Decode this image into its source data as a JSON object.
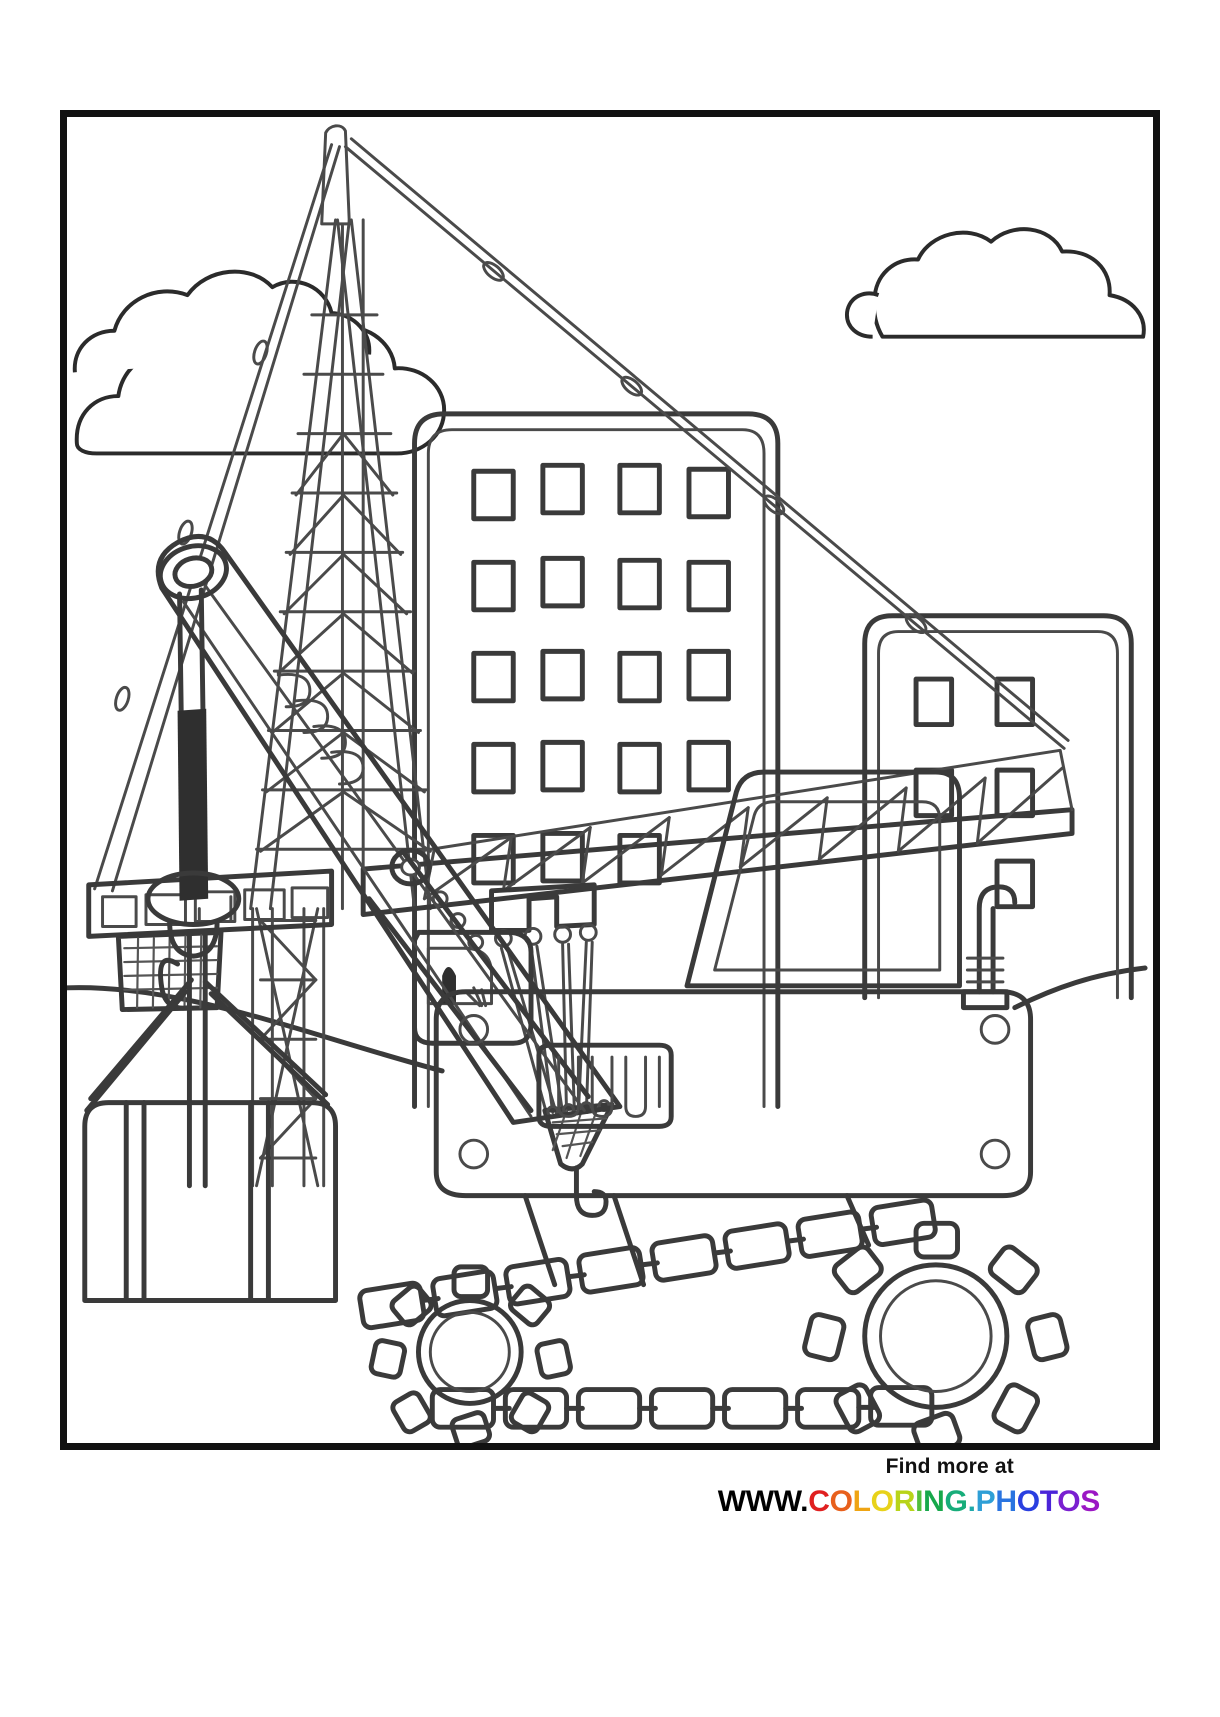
{
  "page": {
    "type": "printable-coloring-page",
    "subject": "Construction site with tower crane and crawler crane",
    "background_color": "#ffffff",
    "ink_color": "#3a3a3a",
    "border_color": "#111111"
  },
  "artwork": {
    "title": "Construction machines coloring page",
    "elements": [
      {
        "name": "cloud-left",
        "label": "Cloud"
      },
      {
        "name": "cloud-right",
        "label": "Cloud"
      },
      {
        "name": "tower-crane",
        "label": "Tower crane"
      },
      {
        "name": "crane-mast",
        "label": "Lattice mast"
      },
      {
        "name": "crane-jib",
        "label": "Truss jib"
      },
      {
        "name": "crane-counter-jib",
        "label": "Counter jib"
      },
      {
        "name": "crane-operator-cabin",
        "label": "Operator cabin"
      },
      {
        "name": "crane-trolley",
        "label": "Trolley"
      },
      {
        "name": "crane-hook-block",
        "label": "Hook block"
      },
      {
        "name": "building-center",
        "label": "Building"
      },
      {
        "name": "building-right",
        "label": "Building"
      },
      {
        "name": "crawler-crane",
        "label": "Crawler crane"
      },
      {
        "name": "crawler-boom",
        "label": "Lattice boom"
      },
      {
        "name": "crawler-cabin",
        "label": "Cabin"
      },
      {
        "name": "crawler-body",
        "label": "Machine body"
      },
      {
        "name": "crawler-vents",
        "label": "Engine vents"
      },
      {
        "name": "crawler-exhaust",
        "label": "Exhaust pipe"
      },
      {
        "name": "crawler-track",
        "label": "Track"
      },
      {
        "name": "sprocket-front",
        "label": "Front sprocket"
      },
      {
        "name": "sprocket-rear",
        "label": "Rear sprocket"
      },
      {
        "name": "suspended-container",
        "label": "Suspended container load"
      },
      {
        "name": "ground-line",
        "label": "Ground line"
      }
    ],
    "counts": {
      "clouds": 2,
      "buildings": 2,
      "cranes": 2,
      "jib_pendant_rope_nodes": 6,
      "trolley_rope_count": 4,
      "engine_vent_slots": 4,
      "boom_pin_holes": 3
    }
  },
  "footer": {
    "find_more_label": "Find more at",
    "url_segments": [
      {
        "text": "WWW.",
        "color": "#000000"
      },
      {
        "text": "C",
        "color": "#e02020"
      },
      {
        "text": "O",
        "color": "#e8601c"
      },
      {
        "text": "L",
        "color": "#efa413"
      },
      {
        "text": "O",
        "color": "#e8d21a"
      },
      {
        "text": "R",
        "color": "#b8d419"
      },
      {
        "text": "I",
        "color": "#52bf3c"
      },
      {
        "text": "N",
        "color": "#17a84b"
      },
      {
        "text": "G",
        "color": "#17ad7a"
      },
      {
        "text": ".",
        "color": "#1fa9a9"
      },
      {
        "text": "P",
        "color": "#2f9fd6"
      },
      {
        "text": "H",
        "color": "#2a74e0"
      },
      {
        "text": "O",
        "color": "#2a3fe0"
      },
      {
        "text": "T",
        "color": "#4b24d8"
      },
      {
        "text": "O",
        "color": "#7a1fd0"
      },
      {
        "text": "S",
        "color": "#9b17c4"
      }
    ],
    "url_plain": "WWW.COLORING.PHOTOS"
  }
}
